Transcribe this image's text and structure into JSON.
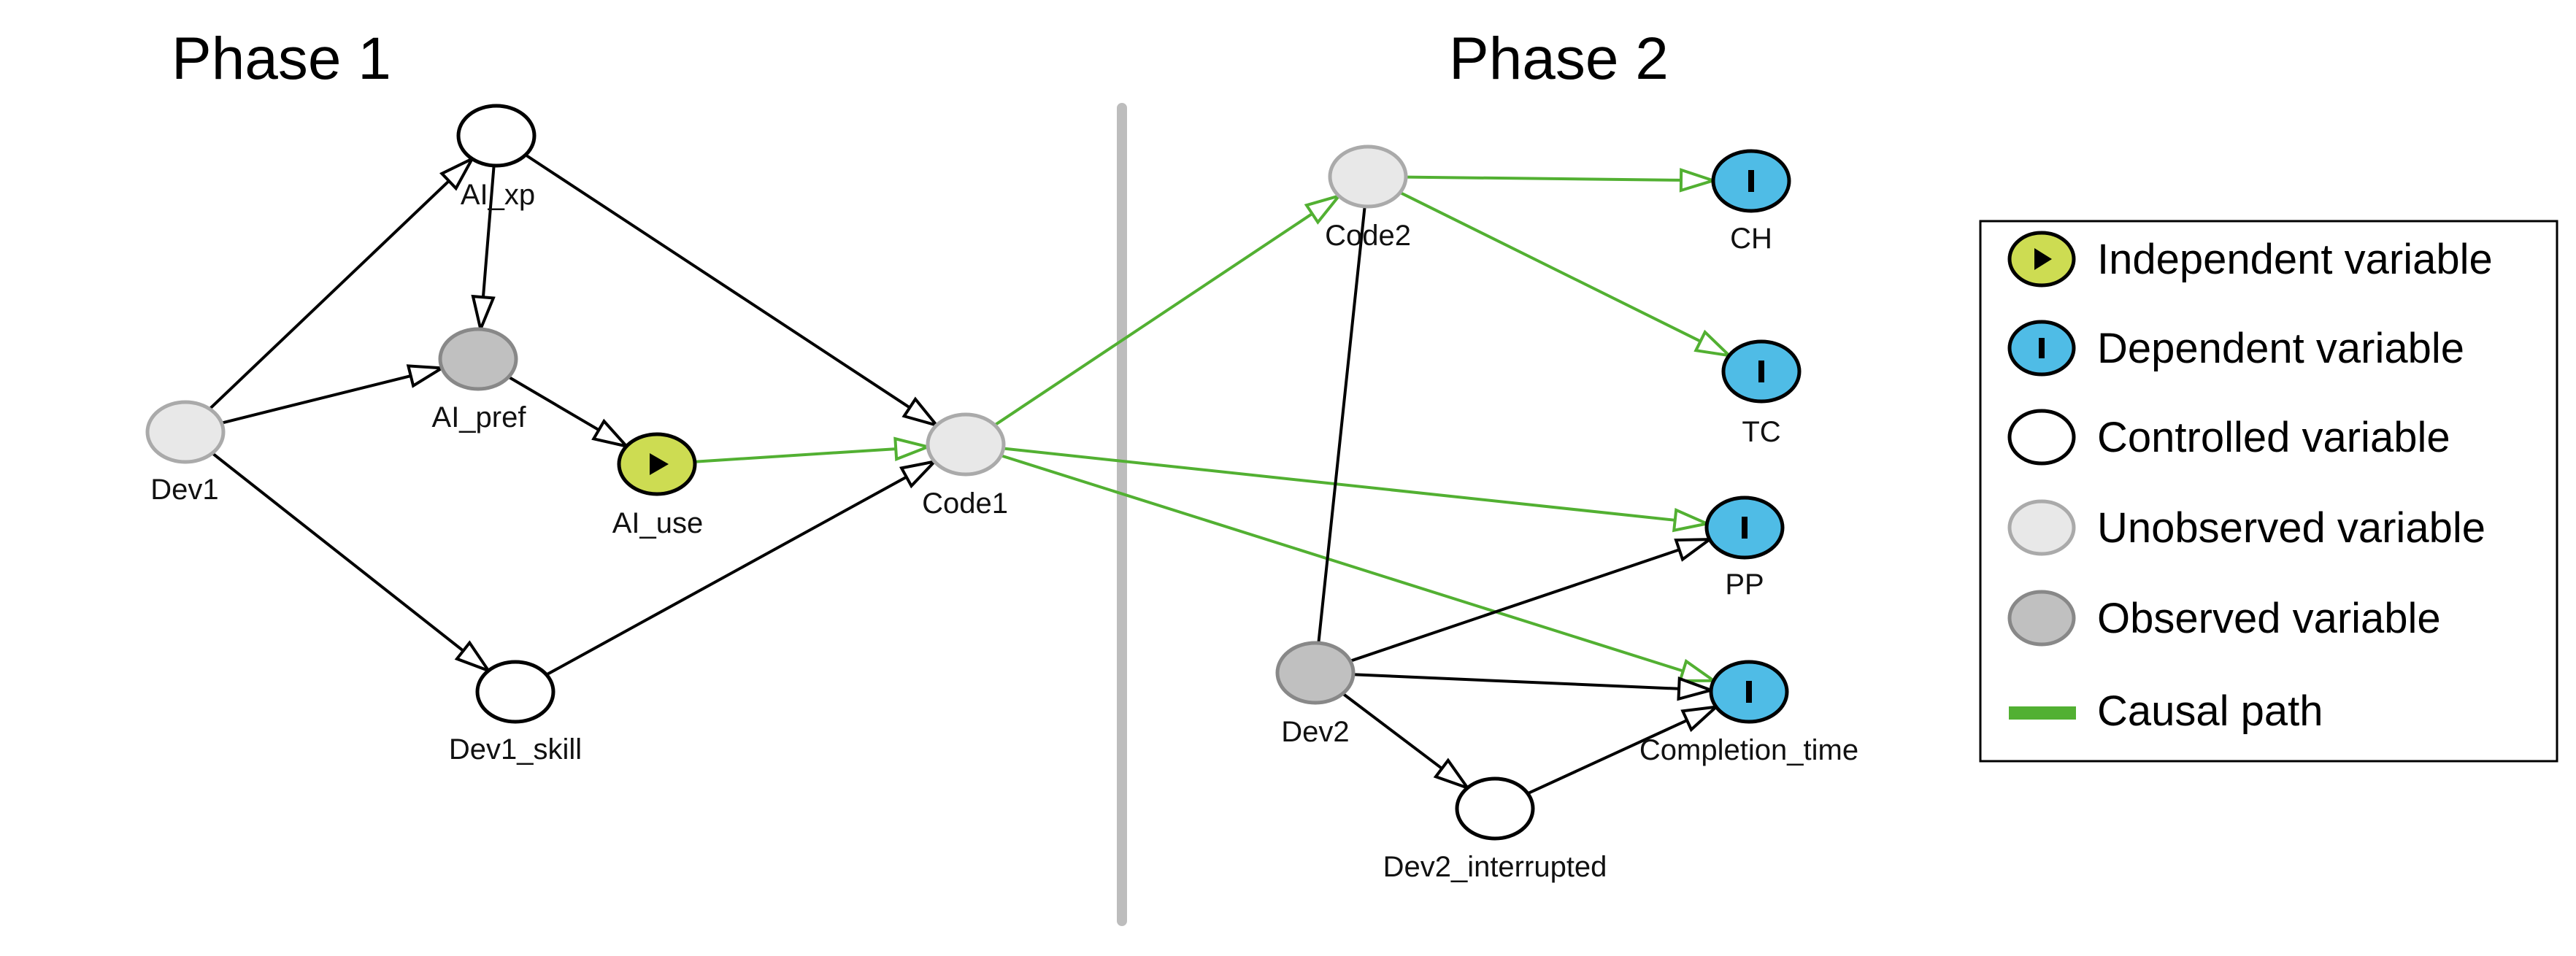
{
  "phases": {
    "phase1": "Phase 1",
    "phase2": "Phase 2"
  },
  "colors": {
    "independent": "#cddc52",
    "dependent": "#4fbce6",
    "controlled": "#ffffff",
    "unobserved": "#e8e8e8",
    "observed": "#c0c0c0",
    "causal": "#52b032",
    "edge": "#000000",
    "divider": "#bdbdbd"
  },
  "nodes": [
    {
      "id": "ai_xp",
      "label": "AI_xp",
      "type": "controlled"
    },
    {
      "id": "ai_pref",
      "label": "AI_pref",
      "type": "observed"
    },
    {
      "id": "dev1",
      "label": "Dev1",
      "type": "unobserved"
    },
    {
      "id": "ai_use",
      "label": "AI_use",
      "type": "independent"
    },
    {
      "id": "code1",
      "label": "Code1",
      "type": "unobserved"
    },
    {
      "id": "dev1_skill",
      "label": "Dev1_skill",
      "type": "controlled"
    },
    {
      "id": "code2",
      "label": "Code2",
      "type": "unobserved"
    },
    {
      "id": "ch",
      "label": "CH",
      "type": "dependent"
    },
    {
      "id": "tc",
      "label": "TC",
      "type": "dependent"
    },
    {
      "id": "pp",
      "label": "PP",
      "type": "dependent"
    },
    {
      "id": "dev2",
      "label": "Dev2",
      "type": "observed"
    },
    {
      "id": "completion_time",
      "label": "Completion_time",
      "type": "dependent"
    },
    {
      "id": "dev2_interrupted",
      "label": "Dev2_interrupted",
      "type": "controlled"
    }
  ],
  "edges": [
    {
      "from": "dev1",
      "to": "ai_xp",
      "kind": "directed"
    },
    {
      "from": "dev1",
      "to": "ai_pref",
      "kind": "directed"
    },
    {
      "from": "dev1",
      "to": "dev1_skill",
      "kind": "directed"
    },
    {
      "from": "ai_xp",
      "to": "ai_pref",
      "kind": "directed"
    },
    {
      "from": "ai_xp",
      "to": "code1",
      "kind": "directed"
    },
    {
      "from": "ai_pref",
      "to": "ai_use",
      "kind": "directed"
    },
    {
      "from": "ai_use",
      "to": "code1",
      "kind": "causal"
    },
    {
      "from": "dev1_skill",
      "to": "code1",
      "kind": "directed"
    },
    {
      "from": "code1",
      "to": "code2",
      "kind": "causal"
    },
    {
      "from": "code1",
      "to": "pp",
      "kind": "causal"
    },
    {
      "from": "code1",
      "to": "completion_time",
      "kind": "causal"
    },
    {
      "from": "code2",
      "to": "ch",
      "kind": "causal"
    },
    {
      "from": "code2",
      "to": "tc",
      "kind": "causal"
    },
    {
      "from": "code2",
      "to": "dev2",
      "kind": "undirected"
    },
    {
      "from": "dev2",
      "to": "pp",
      "kind": "directed"
    },
    {
      "from": "dev2",
      "to": "completion_time",
      "kind": "directed"
    },
    {
      "from": "dev2",
      "to": "dev2_interrupted",
      "kind": "directed"
    },
    {
      "from": "dev2_interrupted",
      "to": "completion_time",
      "kind": "directed"
    }
  ],
  "legend": {
    "independent": "Independent variable",
    "dependent": "Dependent variable",
    "controlled": "Controlled variable",
    "unobserved": "Unobserved variable",
    "observed": "Observed variable",
    "causal": "Causal path"
  }
}
